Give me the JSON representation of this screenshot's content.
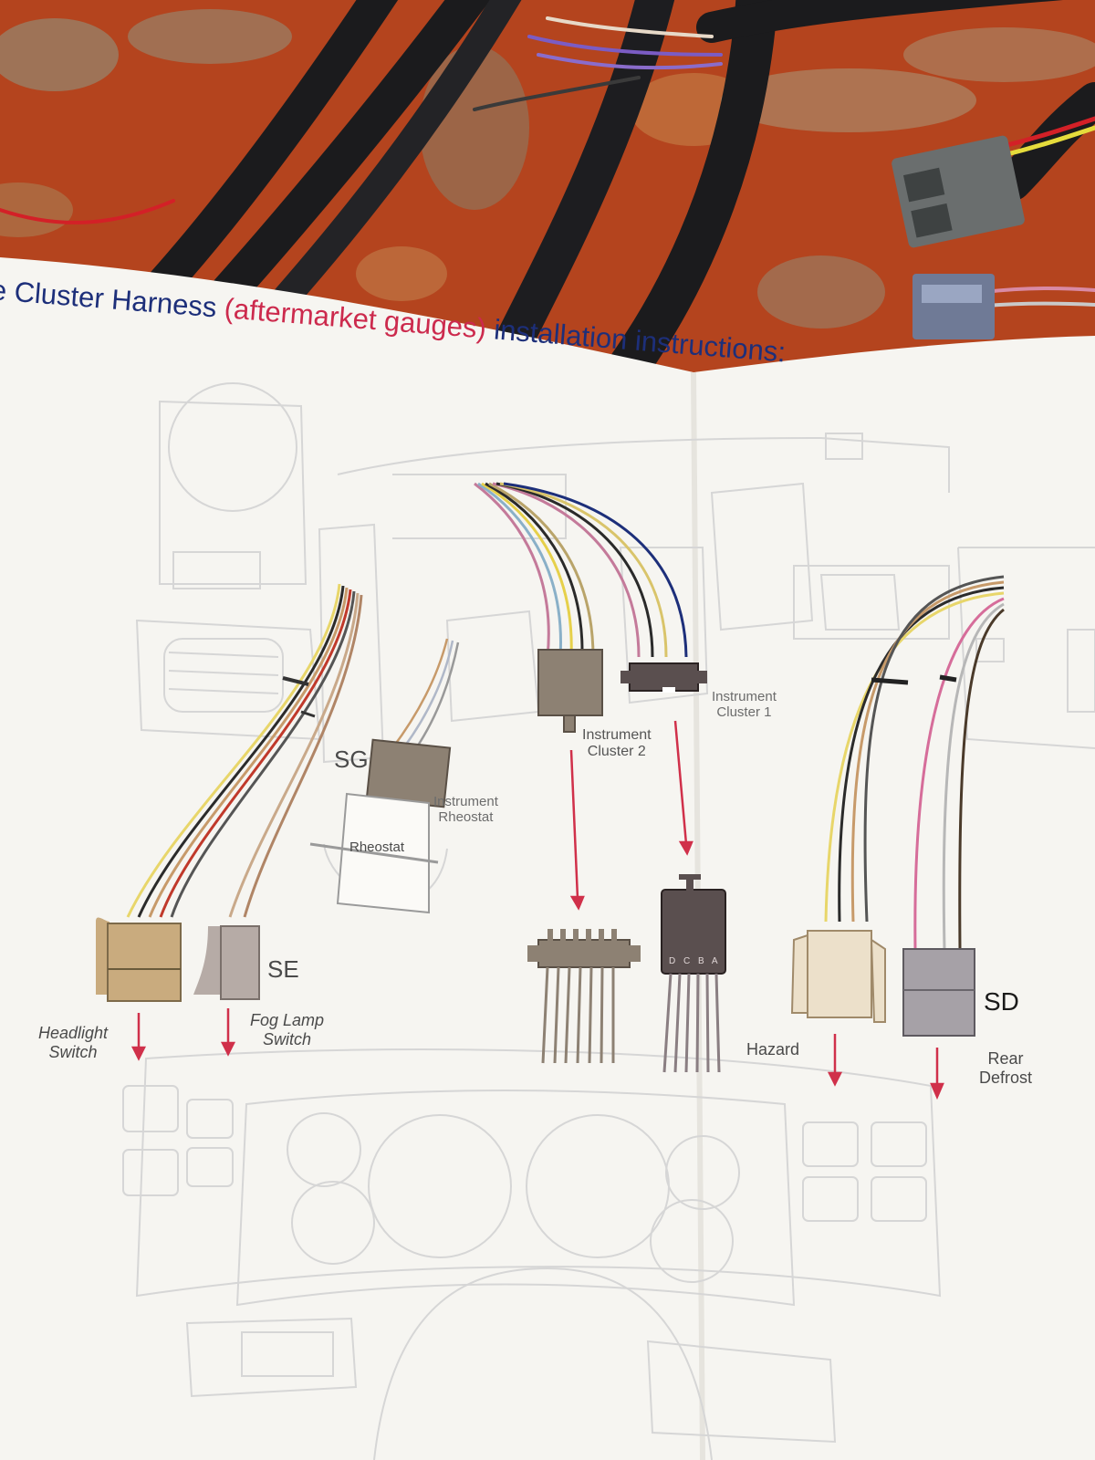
{
  "heading": {
    "part1": "e Cluster Harness",
    "part2": "(aftermarket gauges)",
    "part3": "installation instructions:"
  },
  "labels": {
    "sg": "SG",
    "se": "SE",
    "sd": "SD",
    "rheostat": "Rheostat",
    "instrument_rheostat_1": "Instrument",
    "instrument_rheostat_2": "Rheostat",
    "instrument_cluster2_1": "Instrument",
    "instrument_cluster2_2": "Cluster 2",
    "instrument_cluster1_1": "Instrument",
    "instrument_cluster1_2": "Cluster 1",
    "headlight_1": "Headlight",
    "headlight_2": "Switch",
    "fog_1": "Fog Lamp",
    "fog_2": "Switch",
    "hazard": "Hazard",
    "rear_1": "Rear",
    "rear_2": "Defrost",
    "connector_letters": "D C B A"
  },
  "colors": {
    "carpet": "#b5441f",
    "paper": "#f6f5f1",
    "title_blue": "#1d2f7a",
    "title_red": "#cc2a4d",
    "arrow_red": "#d0304a"
  }
}
